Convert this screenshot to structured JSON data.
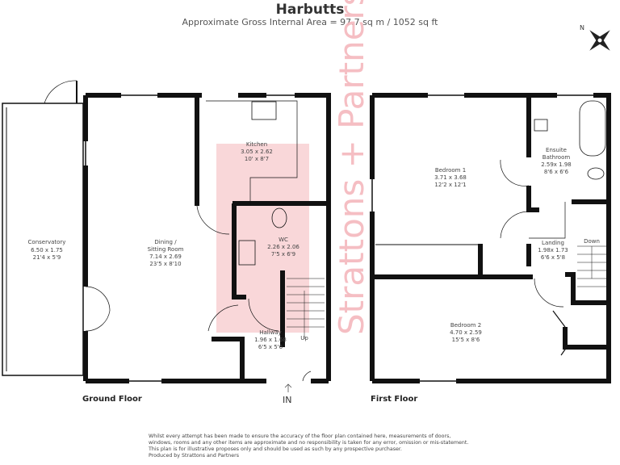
{
  "header": {
    "title": "Harbutts",
    "subtitle": "Approximate Gross Internal Area = 97.7 sq m / 1052 sq ft"
  },
  "compass": {
    "label": "N",
    "icon": "compass-rose-icon"
  },
  "watermark": {
    "text": "Strattons + Partners",
    "color": "#f4b8bd"
  },
  "ground_floor": {
    "label": "Ground Floor",
    "entrance_label": "IN",
    "stairs_label": "Up",
    "rooms": [
      {
        "name": "Conservatory",
        "metric": "6.50 x 1.75",
        "imperial": "21'4 x 5'9"
      },
      {
        "name": "Dining /",
        "name2": "Sitting Room",
        "metric": "7.14 x 2.69",
        "imperial": "23'5 x 8'10"
      },
      {
        "name": "Kitchen",
        "metric": "3.05 x 2.62",
        "imperial": "10' x 8'7"
      },
      {
        "name": "WC",
        "metric": "2.26 x 2.06",
        "imperial": "7'5 x 6'9"
      },
      {
        "name": "Hallway",
        "metric": "1.96 x 1.68",
        "imperial": "6'5 x 5'6"
      }
    ]
  },
  "first_floor": {
    "label": "First Floor",
    "stairs_label": "Down",
    "rooms": [
      {
        "name": "Bedroom 1",
        "metric": "3.71 x 3.68",
        "imperial": "12'2 x 12'1"
      },
      {
        "name": "Ensuite",
        "name2": "Bathroom",
        "metric": "2.59x 1.98",
        "imperial": "8'6 x 6'6"
      },
      {
        "name": "Landing",
        "metric": "1.98x 1.73",
        "imperial": "6'6 x 5'8"
      },
      {
        "name": "Bedroom 2",
        "metric": "4.70 x 2.59",
        "imperial": "15'5 x 8'6"
      }
    ]
  },
  "disclaimer": [
    "Whilst every attempt has been made to ensure the accuracy of the floor plan contained here, measurements of doors,",
    "windows, rooms and any other items are approximate and no responsibility is taken for any error, omission or mis-statement.",
    "This plan is for illustrative proposes only and should be used as such by any prospective purchaser.",
    "Produced by Strattons and Partners"
  ]
}
